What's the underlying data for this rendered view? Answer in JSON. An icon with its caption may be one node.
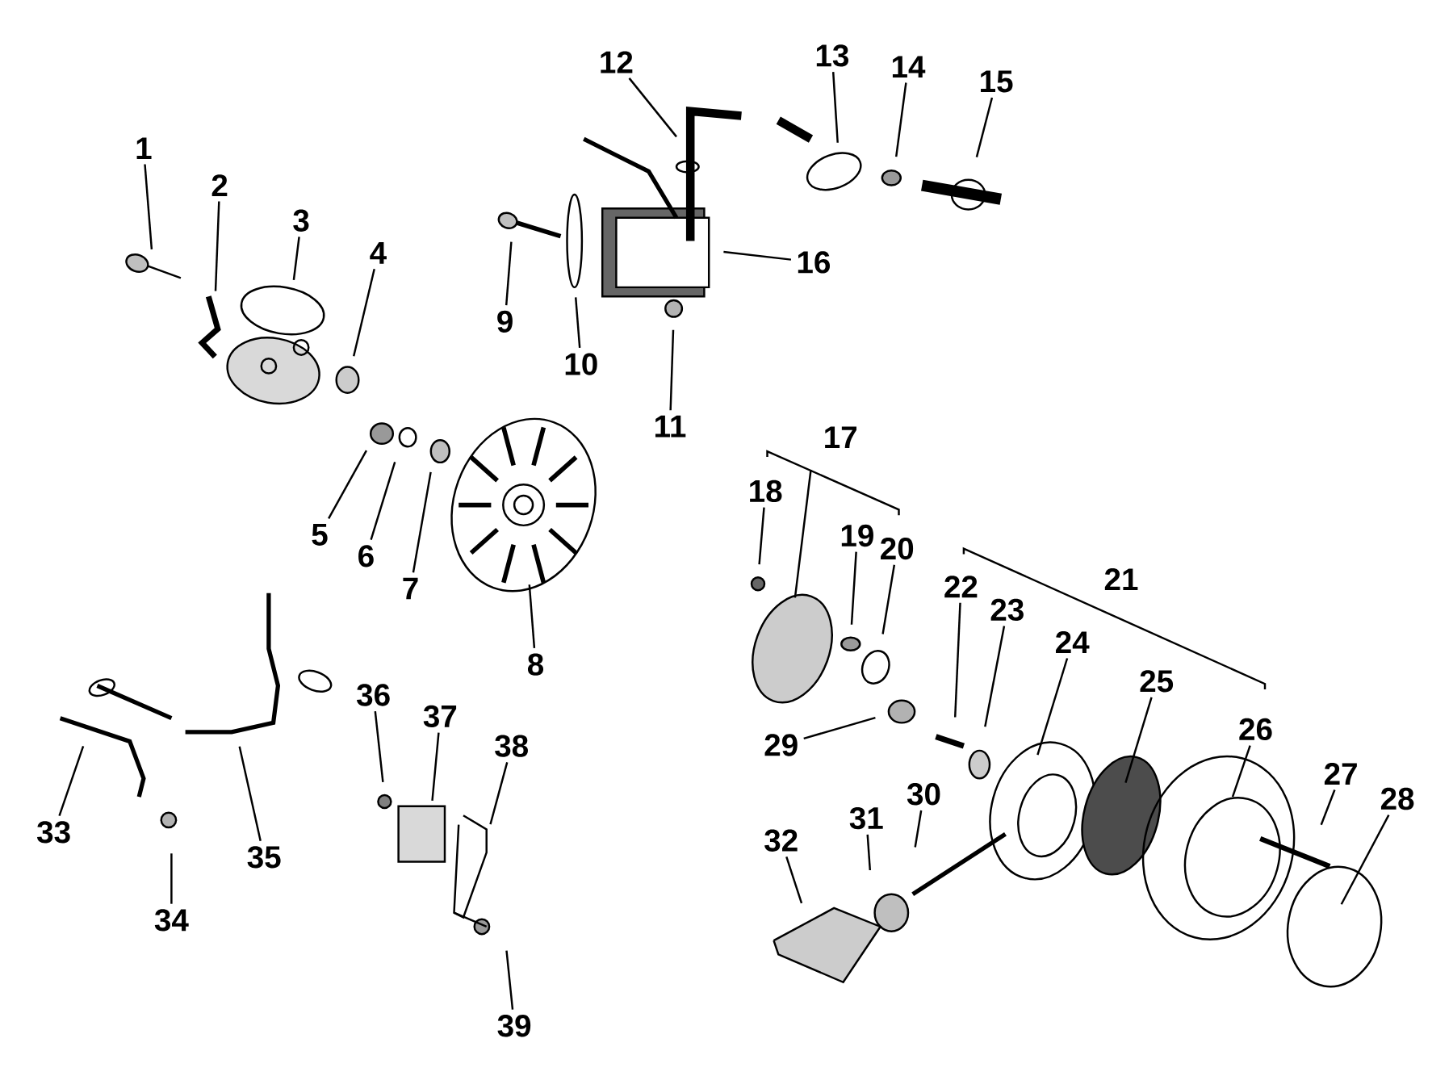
{
  "diagram": {
    "nodes": [
      {
        "text": [
          "1"
        ]
      },
      {
        "text": [
          "2"
        ]
      },
      {
        "text": [
          "3"
        ]
      },
      {
        "text": [
          "4"
        ]
      },
      {
        "text": [
          "5"
        ]
      },
      {
        "text": [
          "6"
        ]
      },
      {
        "text": [
          "7"
        ]
      },
      {
        "text": [
          "8"
        ]
      },
      {
        "text": [
          "9"
        ]
      },
      {
        "text": [
          "10"
        ]
      },
      {
        "text": [
          "11"
        ]
      },
      {
        "text": [
          "12"
        ]
      },
      {
        "text": [
          "13"
        ]
      },
      {
        "text": [
          "14"
        ]
      },
      {
        "text": [
          "15"
        ]
      },
      {
        "text": [
          "16"
        ]
      },
      {
        "text": [
          "17"
        ]
      },
      {
        "text": [
          "18"
        ]
      },
      {
        "text": [
          "19"
        ]
      },
      {
        "text": [
          "20"
        ]
      },
      {
        "text": [
          "21"
        ]
      },
      {
        "text": [
          "22"
        ]
      },
      {
        "text": [
          "23"
        ]
      },
      {
        "text": [
          "24"
        ]
      },
      {
        "text": [
          "25"
        ]
      },
      {
        "text": [
          "26"
        ]
      },
      {
        "text": [
          "27"
        ]
      },
      {
        "text": [
          "28"
        ]
      },
      {
        "text": [
          "29"
        ]
      },
      {
        "text": [
          "30"
        ]
      },
      {
        "text": [
          "31"
        ]
      },
      {
        "text": [
          "32"
        ]
      },
      {
        "text": [
          "33"
        ]
      },
      {
        "text": [
          "34"
        ]
      },
      {
        "text": [
          "35"
        ]
      },
      {
        "text": [
          "36"
        ]
      },
      {
        "text": [
          "37"
        ]
      },
      {
        "text": [
          "38"
        ]
      },
      {
        "text": [
          "39"
        ]
      }
    ],
    "edges": [
      {
        "from": 0,
        "to": null,
        "arrow": "none"
      },
      {
        "from": 1,
        "to": null,
        "arrow": "none"
      },
      {
        "from": 2,
        "to": null,
        "arrow": "none"
      },
      {
        "from": 3,
        "to": null,
        "arrow": "none"
      },
      {
        "from": 4,
        "to": null,
        "arrow": "none"
      },
      {
        "from": 5,
        "to": null,
        "arrow": "none"
      },
      {
        "from": 6,
        "to": null,
        "arrow": "none"
      },
      {
        "from": 7,
        "to": null,
        "arrow": "none"
      },
      {
        "from": 8,
        "to": null,
        "arrow": "none"
      },
      {
        "from": 9,
        "to": null,
        "arrow": "none"
      },
      {
        "from": 10,
        "to": null,
        "arrow": "none"
      },
      {
        "from": 11,
        "to": null,
        "arrow": "none"
      },
      {
        "from": 12,
        "to": null,
        "arrow": "none"
      },
      {
        "from": 13,
        "to": null,
        "arrow": "none"
      },
      {
        "from": 14,
        "to": null,
        "arrow": "none"
      },
      {
        "from": 15,
        "to": null,
        "arrow": "none"
      },
      {
        "from": 17,
        "to": null,
        "arrow": "none"
      },
      {
        "from": 18,
        "to": null,
        "arrow": "none"
      },
      {
        "from": 19,
        "to": null,
        "arrow": "none"
      },
      {
        "from": 21,
        "to": null,
        "arrow": "none"
      },
      {
        "from": 22,
        "to": null,
        "arrow": "none"
      },
      {
        "from": 23,
        "to": null,
        "arrow": "none"
      },
      {
        "from": 24,
        "to": null,
        "arrow": "none"
      },
      {
        "from": 25,
        "to": null,
        "arrow": "none"
      },
      {
        "from": 26,
        "to": null,
        "arrow": "none"
      },
      {
        "from": 27,
        "to": null,
        "arrow": "none"
      },
      {
        "from": 28,
        "to": null,
        "arrow": "none"
      },
      {
        "from": 29,
        "to": null,
        "arrow": "none"
      },
      {
        "from": 30,
        "to": null,
        "arrow": "none"
      },
      {
        "from": 31,
        "to": null,
        "arrow": "none"
      },
      {
        "from": 32,
        "to": null,
        "arrow": "none"
      },
      {
        "from": 33,
        "to": null,
        "arrow": "none"
      },
      {
        "from": 34,
        "to": null,
        "arrow": "none"
      },
      {
        "from": 35,
        "to": null,
        "arrow": "none"
      },
      {
        "from": 36,
        "to": null,
        "arrow": "none"
      },
      {
        "from": 37,
        "to": null,
        "arrow": "none"
      },
      {
        "from": 38,
        "to": null,
        "arrow": "none"
      }
    ]
  }
}
